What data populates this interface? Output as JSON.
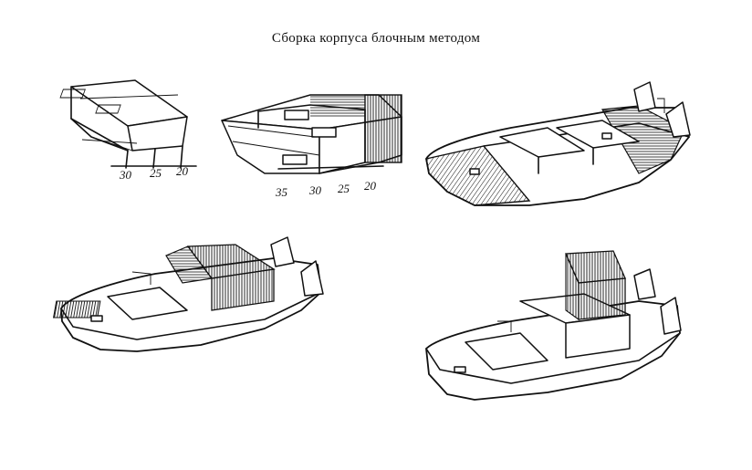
{
  "title": "Сборка корпуса блочным методом",
  "figures": [
    {
      "frame_labels": [
        "30",
        "25",
        "20"
      ]
    },
    {
      "frame_labels": [
        "35",
        "30",
        "25",
        "20"
      ]
    },
    {},
    {},
    {}
  ],
  "colors": {
    "ink": "#111111",
    "background": "#ffffff"
  }
}
